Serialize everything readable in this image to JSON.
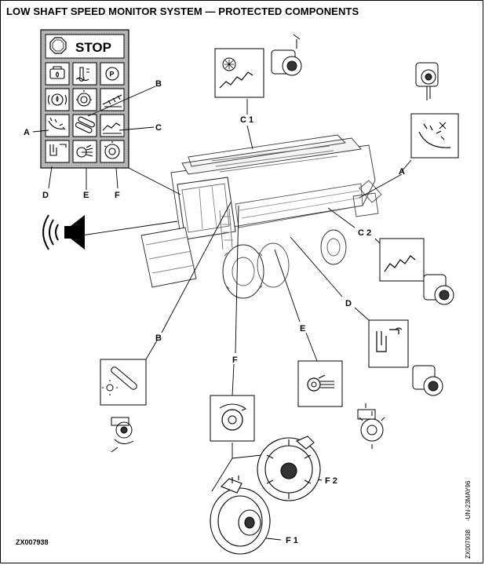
{
  "title": "LOW SHAFT SPEED MONITOR SYSTEM — PROTECTED COMPONENTS",
  "panel": {
    "stop_label": "STOP"
  },
  "labels": {
    "A_left": "A",
    "B_top": "B",
    "C_right": "C",
    "D": "D",
    "E_panel": "E",
    "F_panel": "F",
    "C1": "C 1",
    "A_right": "A",
    "C2": "C 2",
    "D_lower": "D",
    "B_lower": "B",
    "E_lower": "E",
    "F_lower": "F",
    "F2": "F 2",
    "F1": "F 1"
  },
  "figure_id": "ZX007938",
  "side_text_1": "-UN-23MAY96",
  "side_text_2": "ZX007938",
  "icons": [
    "stop-sign-icon",
    "engine-oil-icon",
    "coolant-temp-icon",
    "parking-brake-icon",
    "brake-fluid-icon",
    "fuel-icon",
    "header-icon",
    "straw-walker-icon",
    "feeder-chain-icon",
    "grain-chute-icon",
    "tailings-auger-icon",
    "fan-icon",
    "separator-rotor-icon",
    "horn-icon",
    "speed-sensor-icon",
    "combine-harvester-icon"
  ]
}
